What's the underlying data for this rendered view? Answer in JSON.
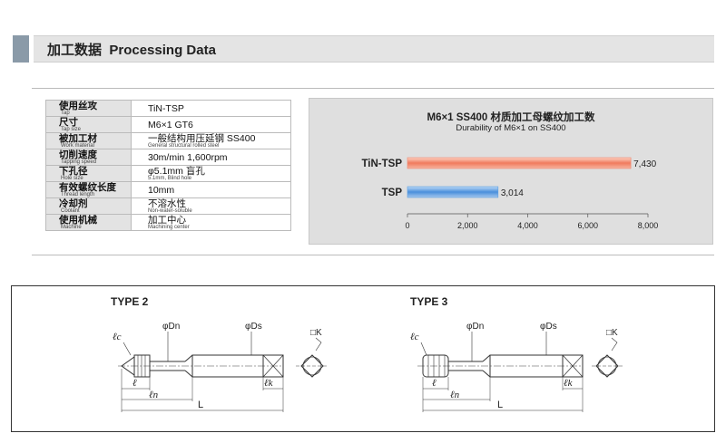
{
  "header": {
    "title_cn": "加工数据",
    "title_en": "Processing Data"
  },
  "spec_table": [
    {
      "key_cn": "使用丝攻",
      "key_en": "Tap",
      "value": "TiN-TSP",
      "value_sub": ""
    },
    {
      "key_cn": "尺寸",
      "key_en": "Tap size",
      "value": "M6×1   GT6",
      "value_sub": ""
    },
    {
      "key_cn": "被加工材",
      "key_en": "Work material",
      "value": "一般结构用压延钢 SS400",
      "value_sub": "General structural rolled steel"
    },
    {
      "key_cn": "切削速度",
      "key_en": "Tapping speed",
      "value": "30m/min 1,600rpm",
      "value_sub": ""
    },
    {
      "key_cn": "下孔径",
      "key_en": "Hole size",
      "value": "φ5.1mm  盲孔",
      "value_sub": "5.1mm, Blind hole"
    },
    {
      "key_cn": "有效螺纹长度",
      "key_en": "Thread length",
      "value": "10mm",
      "value_sub": ""
    },
    {
      "key_cn": "冷却剂",
      "key_en": "Coolant",
      "value": "不溶水性",
      "value_sub": "Non-water-soluble"
    },
    {
      "key_cn": "使用机械",
      "key_en": "Machine",
      "value": "加工中心",
      "value_sub": "Machining center"
    }
  ],
  "chart_data": {
    "type": "bar",
    "orientation": "horizontal",
    "title": "M6×1 SS400 材质加工母螺纹加工数",
    "subtitle": "Durability of M6×1 on SS400",
    "categories": [
      "TiN-TSP",
      "TSP"
    ],
    "values": [
      7430,
      3014
    ],
    "value_labels": [
      "7,430",
      "3,014"
    ],
    "bar_colors": [
      "#f08870",
      "#5c9ee0"
    ],
    "xlim": [
      0,
      8000
    ],
    "xticks": [
      0,
      2000,
      4000,
      6000,
      8000
    ],
    "xtick_labels": [
      "0",
      "2,000",
      "4,000",
      "6,000",
      "8,000"
    ],
    "grid": false
  },
  "diagrams": [
    {
      "label": "TYPE 2",
      "dims": {
        "lc": "ℓc",
        "dn": "φDn",
        "ds": "φDs",
        "k": "□K",
        "l": "ℓ",
        "ln": "ℓn",
        "lk": "ℓk",
        "L": "L"
      }
    },
    {
      "label": "TYPE 3",
      "dims": {
        "lc": "ℓc",
        "dn": "φDn",
        "ds": "φDs",
        "k": "□K",
        "l": "ℓ",
        "ln": "ℓn",
        "lk": "ℓk",
        "L": "L"
      }
    }
  ]
}
